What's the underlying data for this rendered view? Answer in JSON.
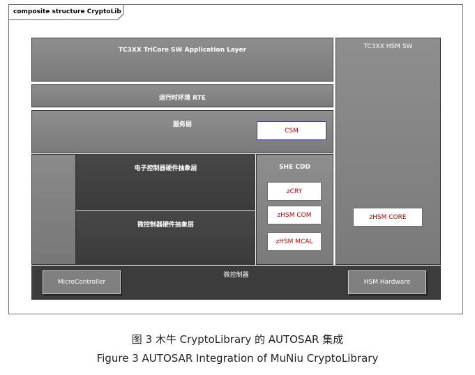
{
  "frame": {
    "title": "composite structure CryptoLib"
  },
  "blocks": {
    "app_layer": "TC3XX TriCore SW Application Layer",
    "hsm_sw": "TC3XX HSM SW",
    "rte": "运行时环境 RTE",
    "service_layer": "服务层",
    "csm": "CSM",
    "ecu_abstraction": "电子控制器硬件抽象层",
    "mcu_abstraction": "微控制器硬件抽象层",
    "she_cdd": "SHE CDD",
    "zcry": "zCRY",
    "zhsm_com": "zHSM COM",
    "zhsm_mcal": "zHSM MCAL",
    "zhsm_core": "zHSM CORE",
    "microcontroller_layer": "微控制器",
    "microcontroller": "MicroController",
    "hsm_hardware": "HSM Hardware"
  },
  "caption": {
    "line1": "图 3 木牛 CryptoLibrary 的 AUTOSAR 集成",
    "line2": "Figure 3 AUTOSAR Integration of MuNiu CryptoLibrary"
  }
}
